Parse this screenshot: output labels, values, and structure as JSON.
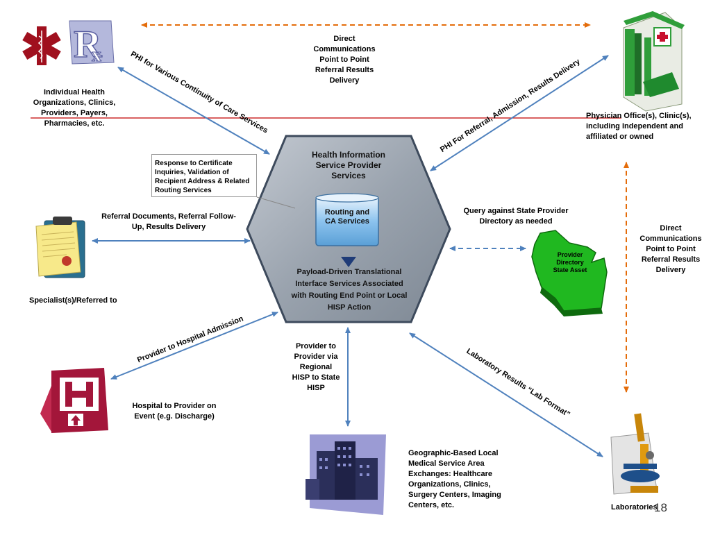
{
  "center": {
    "title": "Health Information Service Provider Services",
    "routing": "Routing and CA Services",
    "payload": "Payload-Driven Translational Interface Services Associated with Routing End Point or Local HISP Action"
  },
  "callout": "Response to Certificate Inquiries, Validation of Recipient Address & Related Routing Services",
  "state_directory": "Provider Directory State Asset",
  "labels": {
    "direct_top": "Direct Communications Point to Point Referral Results Delivery",
    "direct_right": "Direct Communications Point to Point Referral Results Delivery",
    "individual_orgs": "Individual Health Organizations, Clinics, Providers, Payers, Pharmacies, etc.",
    "physician_office": "Physician Office(s), Clinic(s), including Independent and affiliated or owned",
    "referral_docs": "Referral Documents, Referral Follow-Up, Results Delivery",
    "specialist": "Specialist(s)/Referred to",
    "query_state": "Query against State Provider Directory as needed",
    "hospital_event": "Hospital to Provider on Event (e.g. Discharge)",
    "provider_via_hisp": "Provider to Provider via Regional HISP to State HISP",
    "geo_local": "Geographic-Based Local Medical Service Area Exchanges: Healthcare Organizations, Clinics, Surgery Centers, Imaging Centers, etc.",
    "laboratories": "Laboratories",
    "page_number": "18"
  },
  "arrow_labels": {
    "phi_continuity": "PHI for Various Continuity of Care Services",
    "phi_referral": "PHI For Referral, Admission, Results Delivery",
    "provider_hospital": "Provider to Hospital Admission",
    "lab_results": "Laboratory Results “Lab Format”"
  },
  "icons": [
    "medical-star-of-life-icon",
    "rx-icon",
    "physician-office-building-icon",
    "clipboard-icon",
    "hospital-h-icon",
    "wisconsin-map-icon",
    "hospital-building-icon",
    "microscope-icon"
  ],
  "colors": {
    "arrow": "#4f81bd",
    "dashed_orange": "#e46c0a",
    "divider": "#c00000",
    "map_green": "#2ecc2e",
    "hex_fill": "#9ea7b3"
  }
}
